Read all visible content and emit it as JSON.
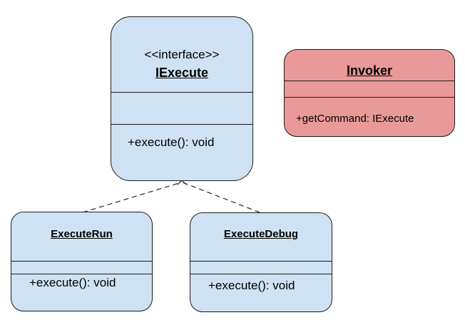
{
  "iexecute": {
    "stereotype": "<<interface>>",
    "name": "IExecute",
    "method": "+execute(): void"
  },
  "invoker": {
    "name": "Invoker",
    "method": "+getCommand: IExecute"
  },
  "execute_run": {
    "name": "ExecuteRun",
    "method": "+execute(): void"
  },
  "execute_debug": {
    "name": "ExecuteDebug",
    "method": "+execute(): void"
  },
  "colors": {
    "interface_fill": "#cfe2f3",
    "invoker_fill": "#ea9999",
    "stroke": "#1a1a1a"
  }
}
